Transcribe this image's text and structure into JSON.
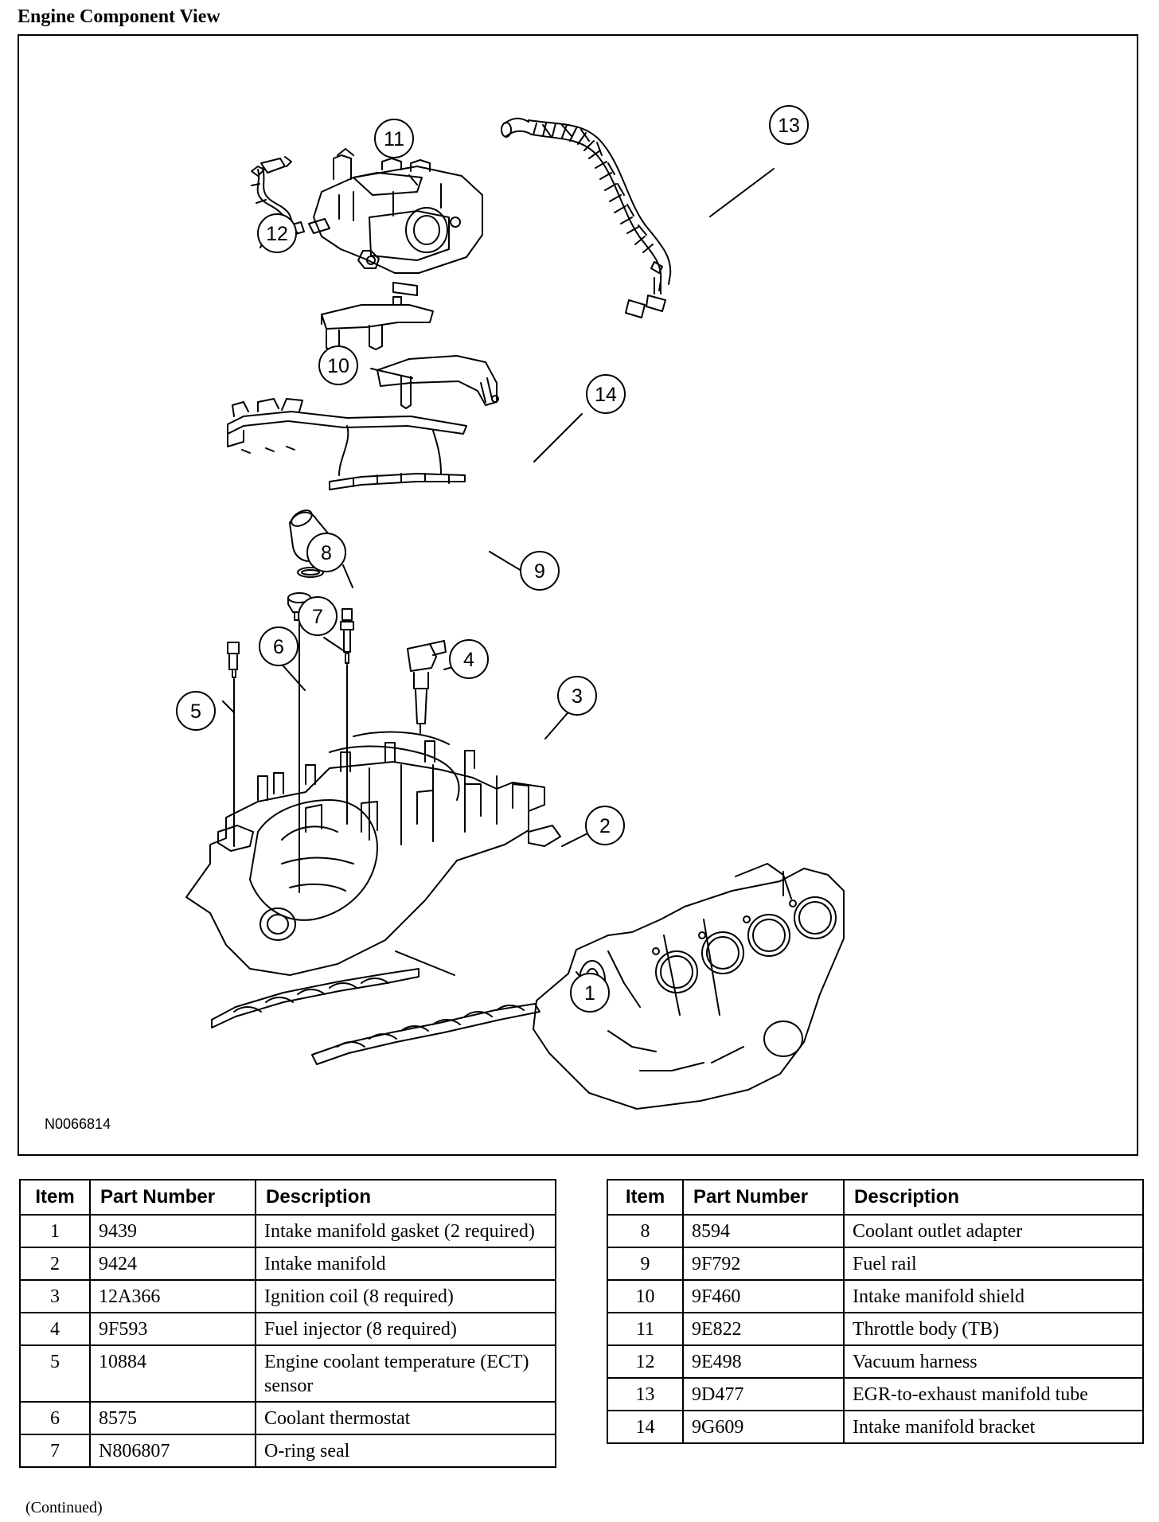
{
  "title": "Engine Component View",
  "figure_id": "N0066814",
  "columns": {
    "item": "Item",
    "part_number": "Part Number",
    "description": "Description"
  },
  "left_rows": [
    {
      "item": "1",
      "part_number": "9439",
      "description": "Intake manifold gasket (2 required)"
    },
    {
      "item": "2",
      "part_number": "9424",
      "description": "Intake manifold"
    },
    {
      "item": "3",
      "part_number": "12A366",
      "description": "Ignition coil (8 required)"
    },
    {
      "item": "4",
      "part_number": "9F593",
      "description": "Fuel injector (8 required)"
    },
    {
      "item": "5",
      "part_number": "10884",
      "description": "Engine coolant temperature (ECT) sensor"
    },
    {
      "item": "6",
      "part_number": "8575",
      "description": "Coolant thermostat"
    },
    {
      "item": "7",
      "part_number": "N806807",
      "description": "O-ring seal"
    }
  ],
  "right_rows": [
    {
      "item": "8",
      "part_number": "8594",
      "description": "Coolant outlet adapter"
    },
    {
      "item": "9",
      "part_number": "9F792",
      "description": "Fuel rail"
    },
    {
      "item": "10",
      "part_number": "9F460",
      "description": "Intake manifold shield"
    },
    {
      "item": "11",
      "part_number": "9E822",
      "description": "Throttle body (TB)"
    },
    {
      "item": "12",
      "part_number": "9E498",
      "description": "Vacuum harness"
    },
    {
      "item": "13",
      "part_number": "9D477",
      "description": "EGR-to-exhaust manifold tube"
    },
    {
      "item": "14",
      "part_number": "9G609",
      "description": "Intake manifold bracket"
    }
  ],
  "callouts": [
    "1",
    "2",
    "3",
    "4",
    "5",
    "6",
    "7",
    "8",
    "9",
    "10",
    "11",
    "12",
    "13",
    "14"
  ],
  "continued": "(Continued)"
}
